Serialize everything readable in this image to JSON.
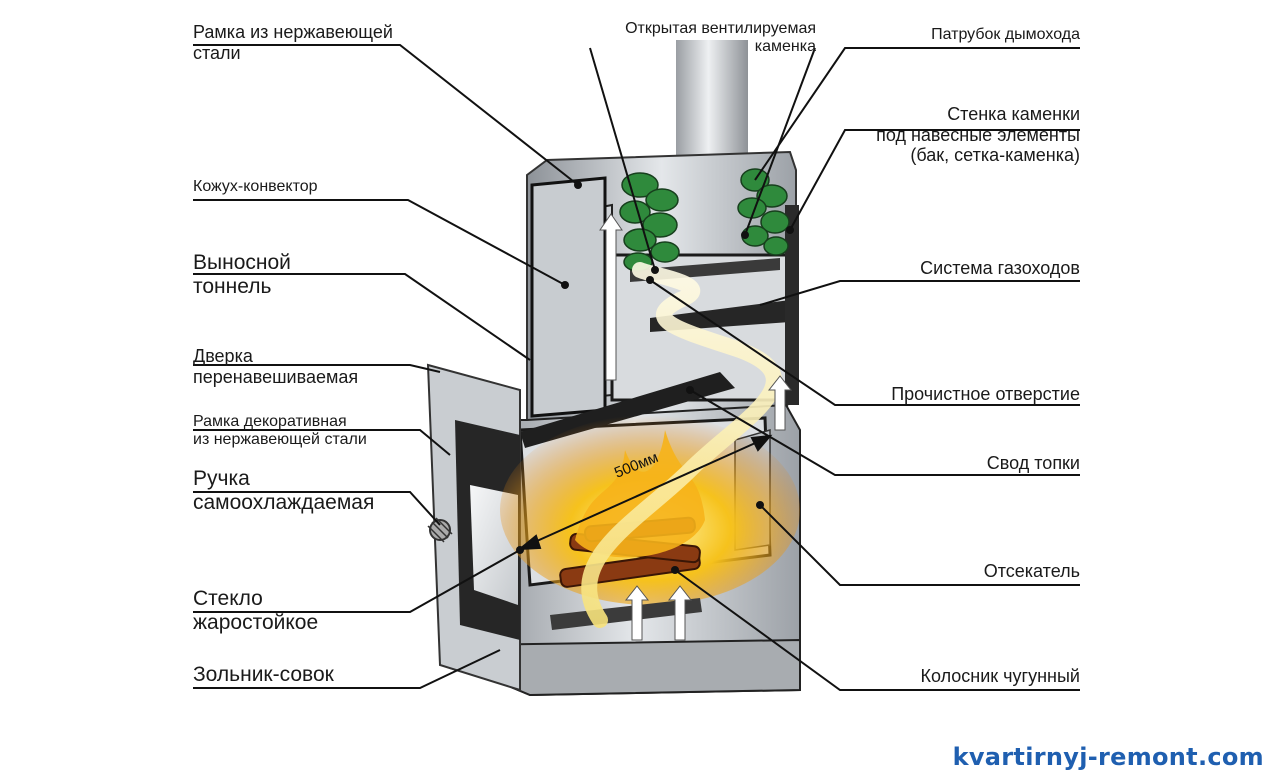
{
  "labels": {
    "frame_steel": [
      "Рамка из нержавеющей",
      "стали"
    ],
    "open_heater": [
      "Открытая вентилируемая",
      "каменка"
    ],
    "flue_pipe": [
      "Патрубок дымохода"
    ],
    "heater_wall": [
      "Стенка каменки",
      "под навесные элементы",
      "(бак, сетка-каменка)"
    ],
    "casing": [
      "Кожух-конвектор"
    ],
    "tunnel": [
      "Выносной",
      "тоннель"
    ],
    "gas_ducts": [
      "Система газоходов"
    ],
    "door": [
      "Дверка",
      "перенавешиваемая"
    ],
    "cleanout": [
      "Прочистное отверстие"
    ],
    "deco_frame": [
      "Рамка декоративная",
      "из нержавеющей стали"
    ],
    "firebox_vault": [
      "Свод топки"
    ],
    "handle": [
      "Ручка",
      "самоохлаждаемая"
    ],
    "cutoff": [
      "Отсекатель"
    ],
    "glass": [
      "Стекло",
      "жаростойкое"
    ],
    "ash_pan": [
      "Зольник-совок"
    ],
    "grate": [
      "Колосник чугунный"
    ]
  },
  "dimension": "500мм",
  "watermark": "kvartirnyj-remont.com",
  "colors": {
    "steel": "#b9bec4",
    "dark": "#1e1e1e",
    "stones": "#2f8a3c",
    "fire": "#f0a015"
  }
}
